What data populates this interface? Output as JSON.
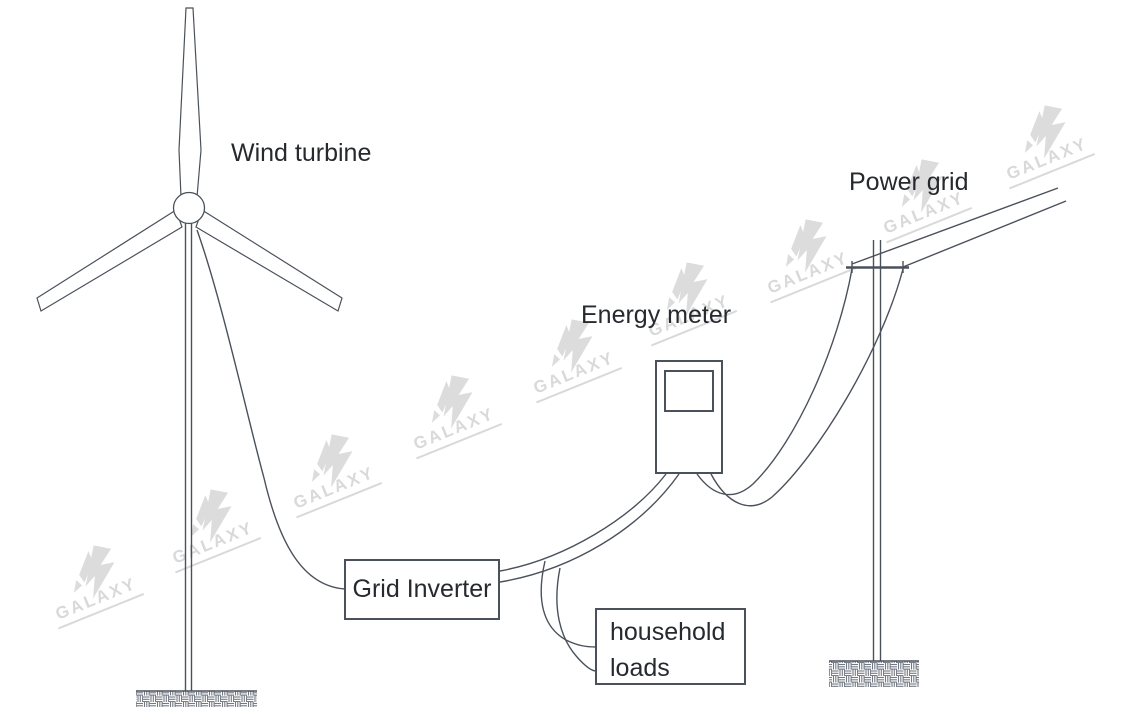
{
  "diagram": {
    "type": "wind-turbine-grid-connection-schematic",
    "labels": {
      "wind_turbine": "Wind turbine",
      "power_grid": "Power grid",
      "energy_meter": "Energy meter",
      "grid_inverter": "Grid Inverter",
      "household_line1": "household",
      "household_line2": "loads"
    },
    "watermark": {
      "text": "GALAXY"
    },
    "colors": {
      "line": "#4b515b",
      "text": "#26292e",
      "watermark": "#d9d9d9",
      "background": "#ffffff"
    },
    "nodes": [
      "Wind turbine",
      "Grid Inverter",
      "Energy meter",
      "household loads",
      "Power grid"
    ],
    "connections": [
      {
        "from": "Wind turbine",
        "to": "Grid Inverter",
        "style": "single curved cable"
      },
      {
        "from": "Grid Inverter",
        "to": "Energy meter",
        "style": "double curved cable"
      },
      {
        "from": "Grid Inverter",
        "to": "household loads",
        "style": "double curved cable branch"
      },
      {
        "from": "Energy meter",
        "to": "Power grid",
        "style": "double curved cable to pole crossarm"
      }
    ]
  }
}
